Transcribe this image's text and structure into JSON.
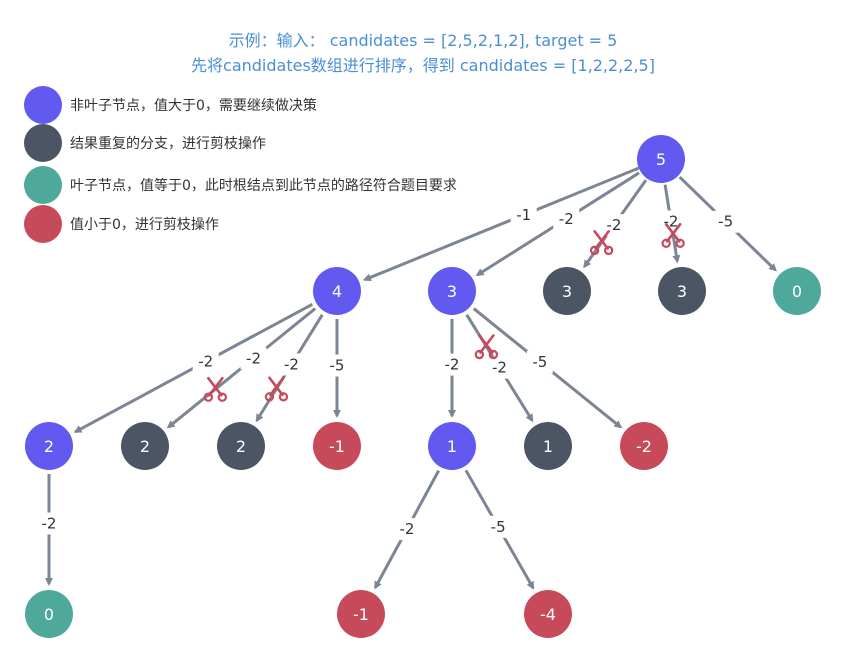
{
  "title_line1": "示例：输入： candidates = [2,5,2,1,2], target = 5",
  "title_line2": "先将candidates数组进行排序，得到 candidates = [1,2,2,2,5]",
  "colors": {
    "purple": "#6159f0",
    "dark": "#4b5563",
    "green": "#4ea99a",
    "red": "#c74a5a",
    "edge": "#7b8594",
    "scissors": "#c74a5a"
  },
  "legend": [
    {
      "kind": "purple",
      "text": "非叶子节点，值大于0，需要继续做决策"
    },
    {
      "kind": "dark",
      "text": "结果重复的分支，进行剪枝操作"
    },
    {
      "kind": "green",
      "text": "叶子节点，值等于0，此时根结点到此节点的路径符合题目要求"
    },
    {
      "kind": "red",
      "text": "值小于0，进行剪枝操作"
    }
  ],
  "nodes": [
    {
      "id": "root",
      "label": "5",
      "kind": "purple"
    },
    {
      "id": "n4",
      "label": "4",
      "kind": "purple"
    },
    {
      "id": "n3a",
      "label": "3",
      "kind": "purple"
    },
    {
      "id": "n3b",
      "label": "3",
      "kind": "dark"
    },
    {
      "id": "n3c",
      "label": "3",
      "kind": "dark"
    },
    {
      "id": "n0a",
      "label": "0",
      "kind": "green"
    },
    {
      "id": "n2a",
      "label": "2",
      "kind": "purple"
    },
    {
      "id": "n2b",
      "label": "2",
      "kind": "dark"
    },
    {
      "id": "n2c",
      "label": "2",
      "kind": "dark"
    },
    {
      "id": "nm1a",
      "label": "-1",
      "kind": "red"
    },
    {
      "id": "n1a",
      "label": "1",
      "kind": "purple"
    },
    {
      "id": "n1b",
      "label": "1",
      "kind": "dark"
    },
    {
      "id": "nm2",
      "label": "-2",
      "kind": "red"
    },
    {
      "id": "n0b",
      "label": "0",
      "kind": "green"
    },
    {
      "id": "nm1b",
      "label": "-1",
      "kind": "red"
    },
    {
      "id": "nm4",
      "label": "-4",
      "kind": "red"
    }
  ],
  "edges": [
    {
      "from": "root",
      "to": "n4",
      "label": "-1",
      "arrow": true,
      "cut": false
    },
    {
      "from": "root",
      "to": "n3a",
      "label": "-2",
      "arrow": true,
      "cut": false
    },
    {
      "from": "root",
      "to": "n3b",
      "label": "-2",
      "arrow": true,
      "cut": true
    },
    {
      "from": "root",
      "to": "n3c",
      "label": "-2",
      "arrow": true,
      "cut": true
    },
    {
      "from": "root",
      "to": "n0a",
      "label": "-5",
      "arrow": true,
      "cut": false
    },
    {
      "from": "n4",
      "to": "n2a",
      "label": "-2",
      "arrow": true,
      "cut": false
    },
    {
      "from": "n4",
      "to": "n2b",
      "label": "-2",
      "arrow": true,
      "cut": true
    },
    {
      "from": "n4",
      "to": "n2c",
      "label": "-2",
      "arrow": true,
      "cut": true
    },
    {
      "from": "n4",
      "to": "nm1a",
      "label": "-5",
      "arrow": true,
      "cut": false
    },
    {
      "from": "n3a",
      "to": "n1a",
      "label": "-2",
      "arrow": true,
      "cut": false
    },
    {
      "from": "n3a",
      "to": "n1b",
      "label": "-2",
      "arrow": true,
      "cut": true
    },
    {
      "from": "n3a",
      "to": "nm2",
      "label": "-5",
      "arrow": true,
      "cut": false
    },
    {
      "from": "n2a",
      "to": "n0b",
      "label": "-2",
      "arrow": true,
      "cut": false
    },
    {
      "from": "n1a",
      "to": "nm1b",
      "label": "-2",
      "arrow": true,
      "cut": false
    },
    {
      "from": "n1a",
      "to": "nm4",
      "label": "-5",
      "arrow": true,
      "cut": false
    }
  ]
}
